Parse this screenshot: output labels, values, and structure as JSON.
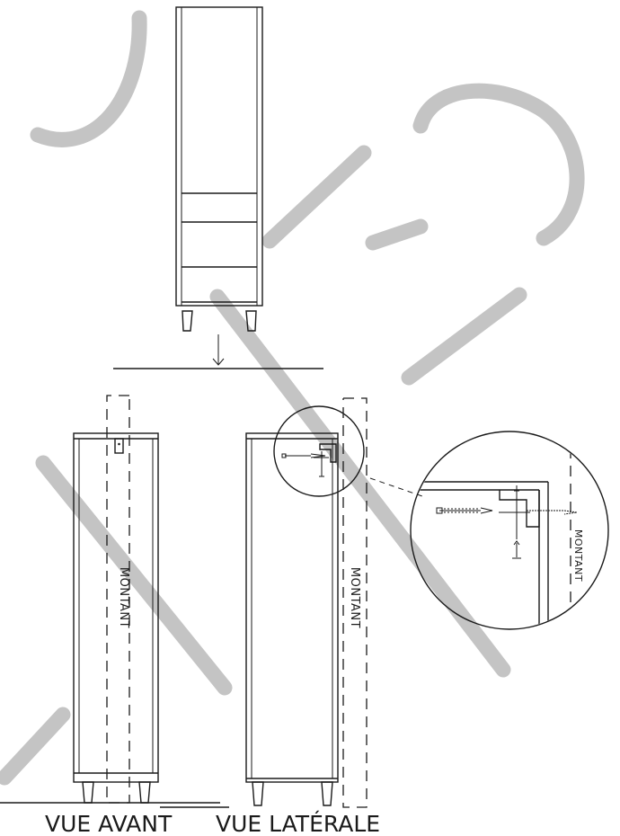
{
  "labels": {
    "montant": "MONTANT",
    "front_view_caption": "VUE AVANT",
    "side_view_caption": "VUE LATÉRALE"
  },
  "colors": {
    "line": "#1a1a1a",
    "watermark": "#c4c4c4",
    "background": "#ffffff"
  }
}
